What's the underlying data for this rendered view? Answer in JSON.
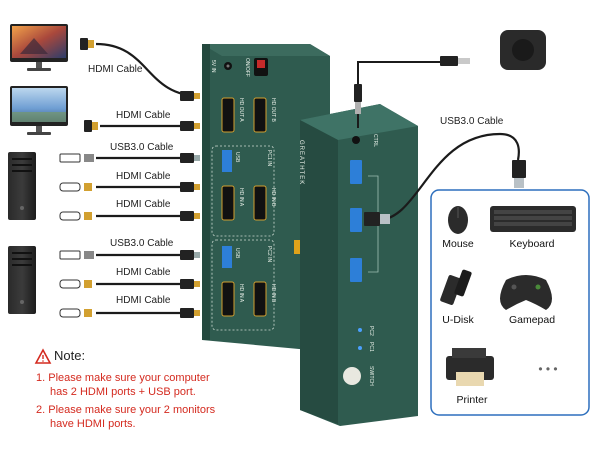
{
  "cables": {
    "hdmi_1": "HDMI Cable",
    "hdmi_2": "HDMI Cable",
    "usb_1": "USB3.0 Cable",
    "hdmi_3": "HDMI Cable",
    "hdmi_4": "HDMI Cable",
    "usb_2": "USB3.0 Cable",
    "hdmi_5": "HDMI Cable",
    "hdmi_6": "HDMI Cable",
    "usb_right": "USB3.0 Cable"
  },
  "note": {
    "title": "Note:",
    "line1a": "1. Please make sure your computer",
    "line1b": "has 2 HDMI ports + USB port.",
    "line2a": "2. Please make sure your 2 monitors",
    "line2b": "have HDMI ports."
  },
  "devices": {
    "mouse": "Mouse",
    "keyboard": "Keyboard",
    "udisk": "U-Disk",
    "gamepad": "Gamepad",
    "printer": "Printer",
    "more": "• • •"
  },
  "switch_panel": {
    "ctrl": "CTRL",
    "pc1": "PC1",
    "pc2": "PC2",
    "switch": "SWITCH"
  },
  "rear_panel": {
    "dc": "5V IN",
    "power": "ON/OFF",
    "hdmi_out_a": "HD OUT A",
    "hdmi_out_b": "HD OUT B",
    "usb_pc1": "USB",
    "pc1_label": "PC1 IN",
    "hdmi_in_a1": "HD IN A",
    "hdmi_in_b1": "HD IN B",
    "usb_pc2": "USB",
    "pc2_label": "PC2 IN",
    "hdmi_in_a2": "HD IN A",
    "hdmi_in_b2": "HD IN B",
    "brand": "GREATHTEK"
  },
  "colors": {
    "device_body": "#2f5b4f",
    "device_top": "#3c6b5e",
    "accent": "#e0a21a",
    "usb_blue": "#2d7fd8",
    "note_red": "#d42a1f",
    "panel_border": "#2d6fbd"
  }
}
